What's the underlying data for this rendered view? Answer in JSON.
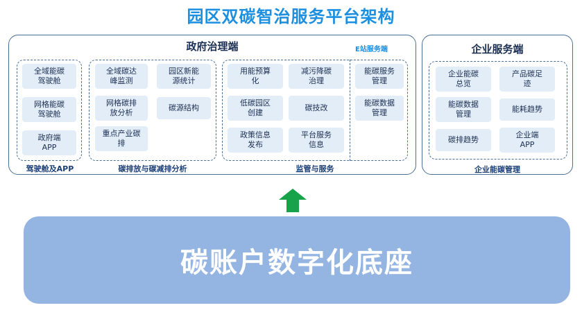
{
  "title": "园区双碳智治服务平台架构",
  "gov": {
    "title": "政府治理端",
    "estation_label": "E站服务端",
    "cockpit": {
      "label": "驾驶舱及APP",
      "items": [
        "全域能碳\n驾驶舱",
        "网格能碳\n驾驶舱",
        "政府端\nAPP"
      ]
    },
    "emission": {
      "label": "碳排放与碳减排分析",
      "items": [
        "全域碳达\n峰监测",
        "园区新能\n源统计",
        "网格碳排\n放分析",
        "碳源结构",
        "重点产业碳\n排"
      ]
    },
    "supervision": {
      "label": "监管与服务",
      "items": [
        "用能预算\n化",
        "减污降碳\n治理",
        "低碳园区\n创建",
        "碳技改",
        "政策信息\n发布",
        "平台服务\n信息"
      ]
    },
    "estation": {
      "items": [
        "能碳服务\n管理",
        "能碳数据\n管理"
      ]
    }
  },
  "ent": {
    "title": "企业服务端",
    "label": "企业能碳管理",
    "items": [
      "企业能碳\n总览",
      "产品碳足\n迹",
      "能碳数据\n管理",
      "能耗趋势",
      "碳排趋势",
      "企业端\nAPP"
    ]
  },
  "base": {
    "label": "碳账户数字化底座"
  },
  "colors": {
    "title": "#1d8fe0",
    "arrow": "#16a34a",
    "base": "#94b5e2",
    "box": "#e3edf8",
    "border": "#4a6f96"
  }
}
